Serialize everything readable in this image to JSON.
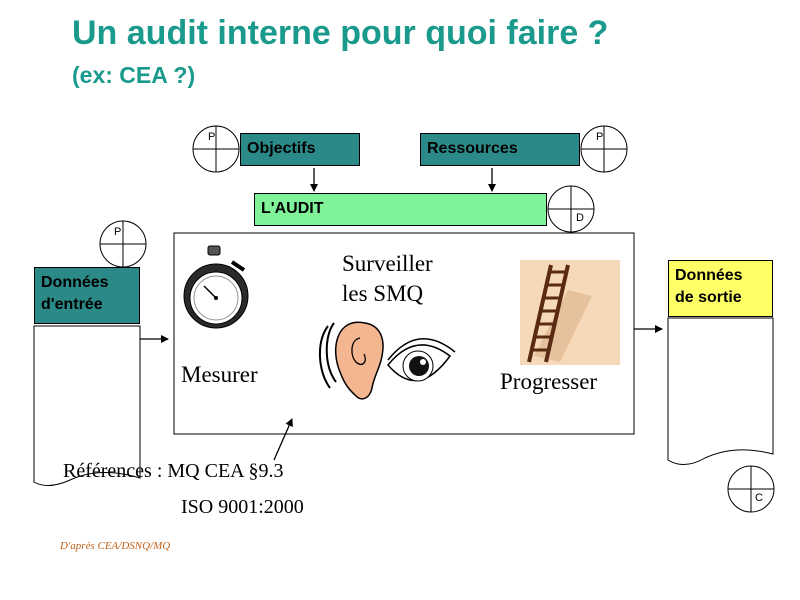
{
  "title": "Un audit interne pour quoi faire ?",
  "subtitle": "(ex: CEA ?)",
  "boxes": {
    "objectifs": "Objectifs",
    "ressources": "Ressources",
    "audit": "L'AUDIT",
    "entree_line1": "Données",
    "entree_line2": "d'entrée",
    "sortie_line1": "Données",
    "sortie_line2": "de sortie"
  },
  "pdca": {
    "objectifs": "P",
    "ressources": "P",
    "entree": "P",
    "audit": "D",
    "sortie": "C"
  },
  "center": {
    "mesurer": "Mesurer",
    "surveiller_line1": "Surveiller",
    "surveiller_line2": "les SMQ",
    "progresser": "Progresser"
  },
  "references": {
    "line1": "Références : MQ CEA §9.3",
    "line2": "ISO 9001:2000"
  },
  "footnote": "D'après  CEA/DSNQ/MQ",
  "colors": {
    "title": "#1a9a8c",
    "teal_box": "#2b8a87",
    "audit_box": "#7ff29a",
    "output_box": "#ffff66",
    "footnote": "#c06018"
  }
}
